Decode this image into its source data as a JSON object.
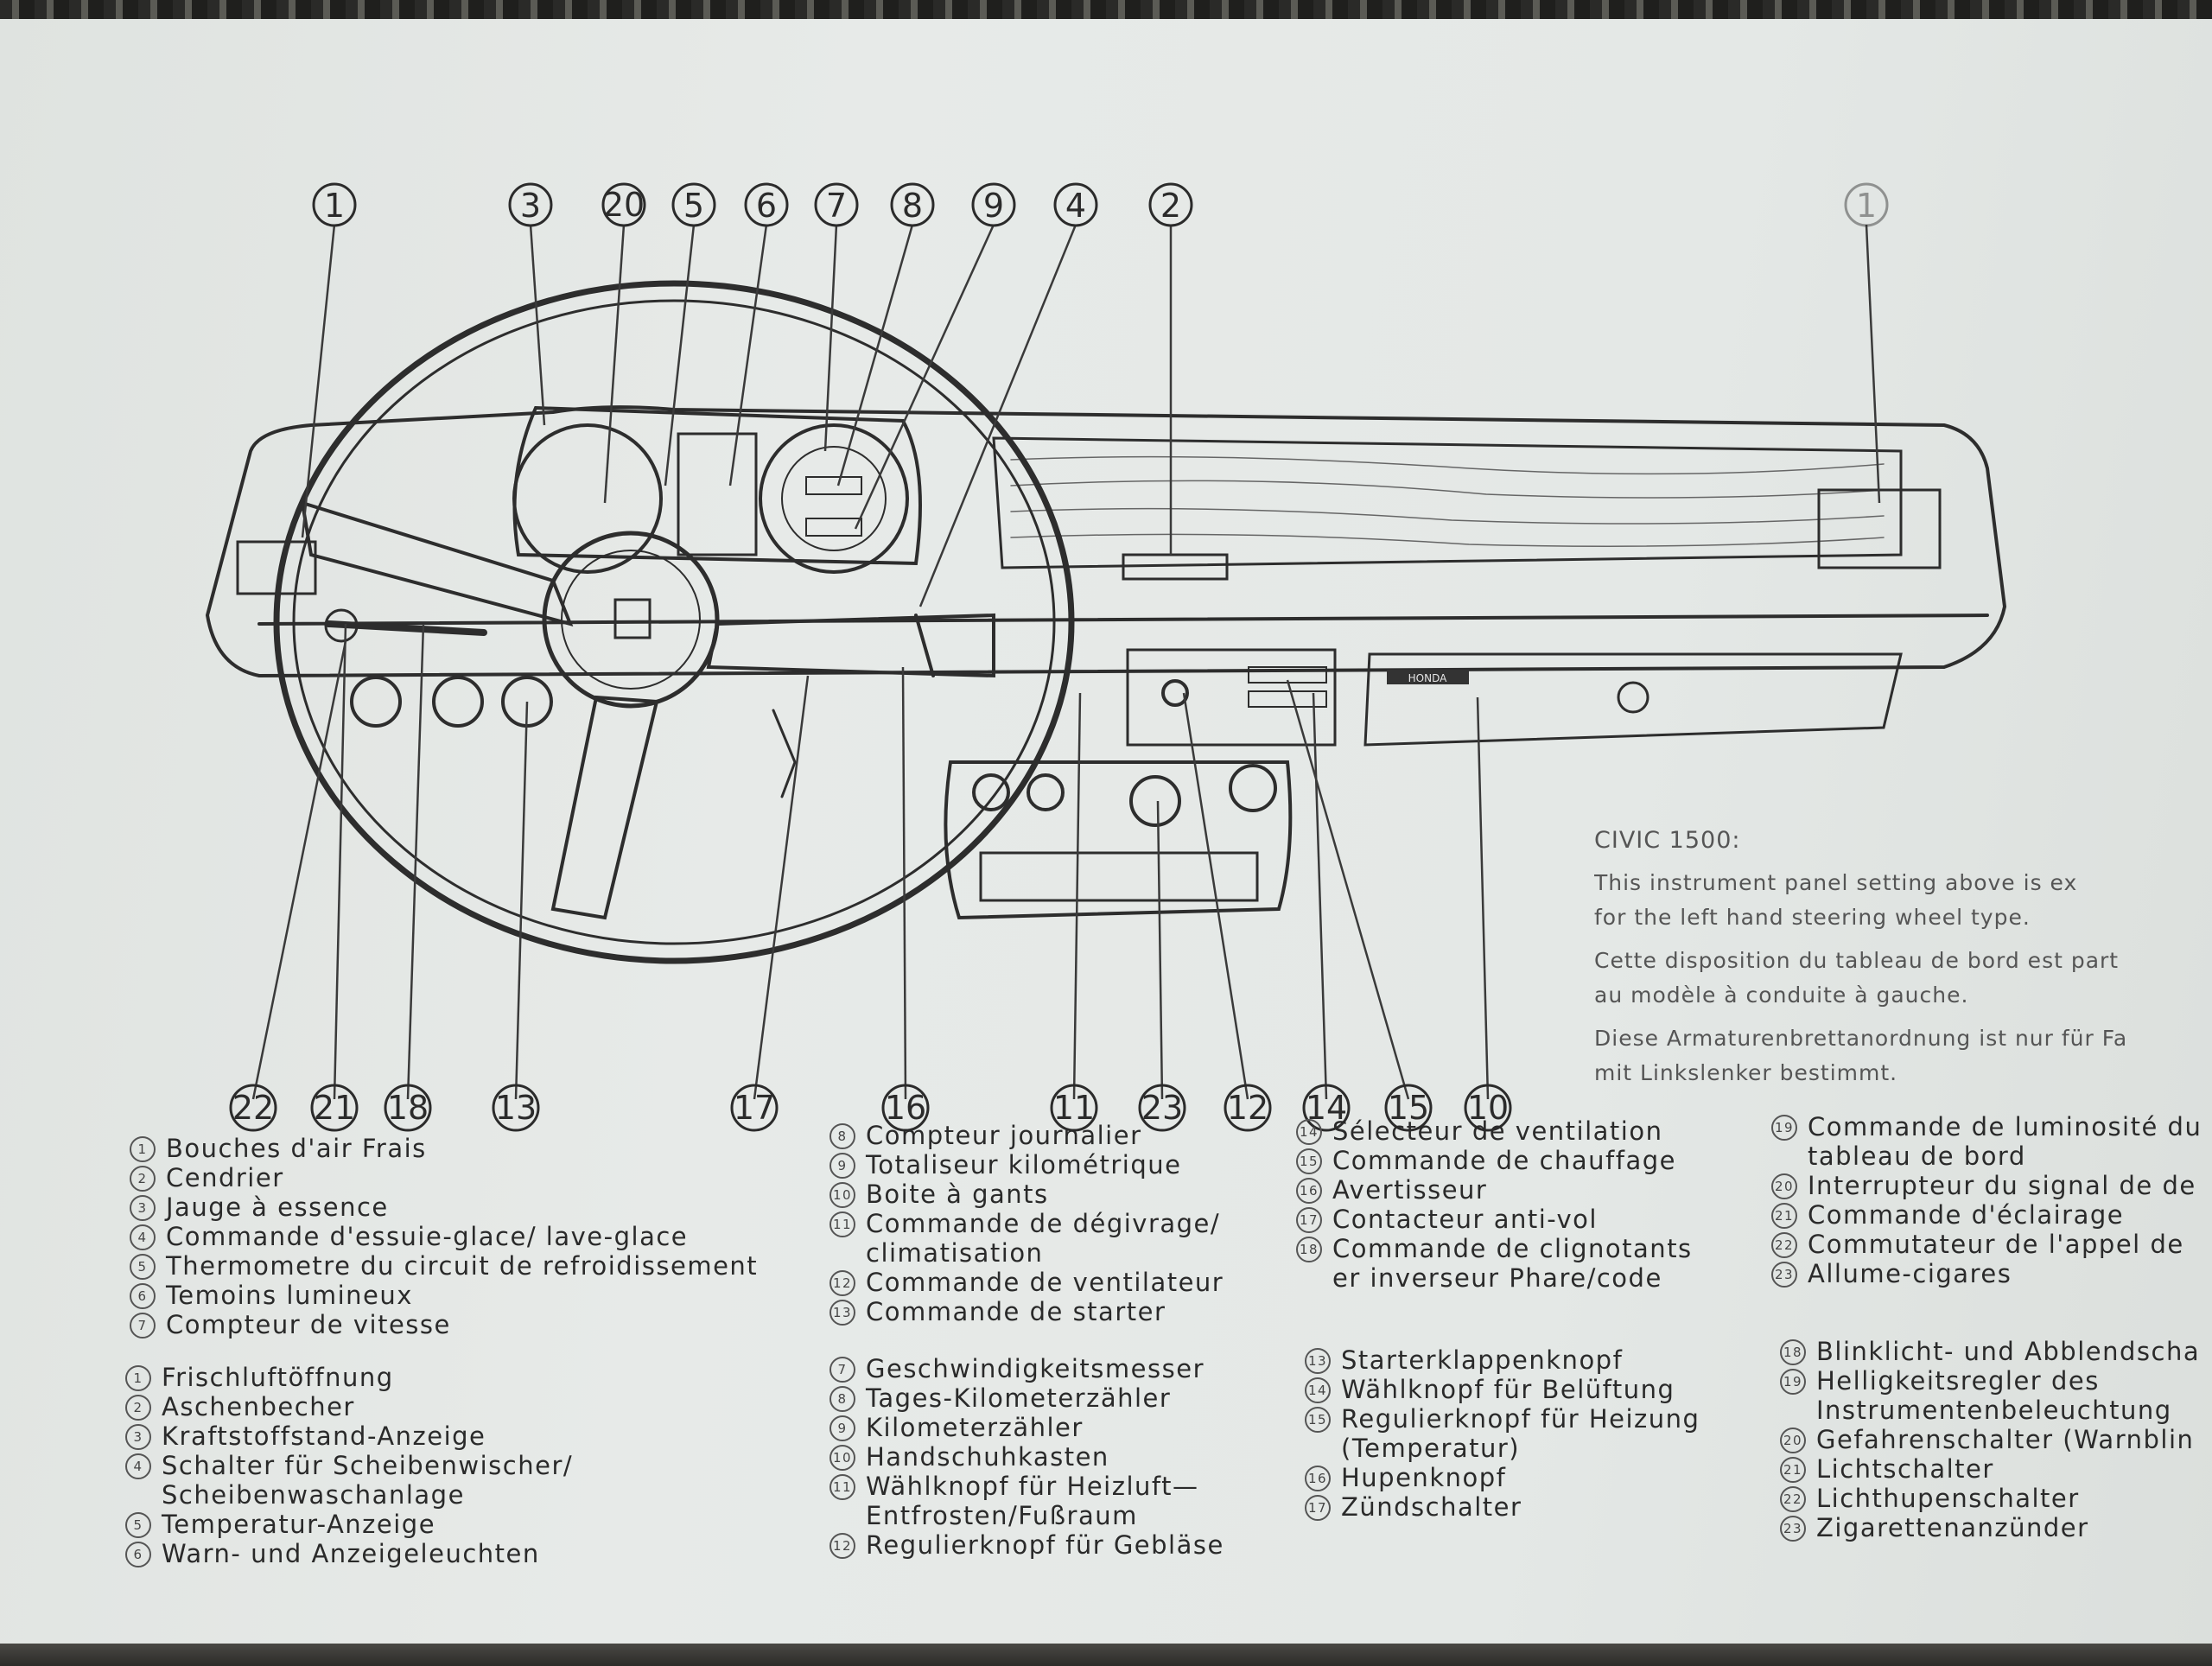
{
  "diagram": {
    "title": "Instrument panel illustration (left hand steering)",
    "badge_text": "HONDA",
    "callouts_top": [
      "1",
      "3",
      "20",
      "5",
      "6",
      "7",
      "8",
      "9",
      "4",
      "2",
      "1"
    ],
    "callouts_bottom": [
      "22",
      "21",
      "18",
      "13",
      "17",
      "16",
      "11",
      "23",
      "12",
      "14",
      "15",
      "10"
    ]
  },
  "civic_note": {
    "title": "CIVIC 1500:",
    "en_1": "This instrument panel setting above is ex",
    "en_2": "for the left hand steering wheel type.",
    "fr_1": "Cette disposition du tableau de bord est part",
    "fr_2": "au modèle à conduite à gauche.",
    "de_1": "Diese Armaturenbrettanordnung ist nur für Fa",
    "de_2": "mit Linkslenker bestimmt."
  },
  "legend_fr": {
    "col1": [
      {
        "n": "1",
        "t": "Bouches d'air Frais"
      },
      {
        "n": "2",
        "t": "Cendrier"
      },
      {
        "n": "3",
        "t": "Jauge à essence"
      },
      {
        "n": "4",
        "t": "Commande d'essuie-glace/ lave-glace"
      },
      {
        "n": "5",
        "t": "Thermometre du circuit de refroidissement"
      },
      {
        "n": "6",
        "t": "Temoins lumineux"
      },
      {
        "n": "7",
        "t": "Compteur de vitesse"
      }
    ],
    "col2": [
      {
        "n": "8",
        "t": "Compteur journalier"
      },
      {
        "n": "9",
        "t": "Totaliseur kilométrique"
      },
      {
        "n": "10",
        "t": "Boite à gants"
      },
      {
        "n": "11",
        "t": "Commande de dégivrage/\nclimatisation"
      },
      {
        "n": "12",
        "t": "Commande de ventilateur"
      },
      {
        "n": "13",
        "t": "Commande de starter"
      }
    ],
    "col3": [
      {
        "n": "14",
        "t": "Sélecteur de ventilation"
      },
      {
        "n": "15",
        "t": "Commande de chauffage"
      },
      {
        "n": "16",
        "t": "Avertisseur"
      },
      {
        "n": "17",
        "t": "Contacteur anti-vol"
      },
      {
        "n": "18",
        "t": "Commande de clignotants\ner inverseur Phare/code"
      }
    ],
    "col4": [
      {
        "n": "19",
        "t": "Commande de luminosité du\ntableau de bord"
      },
      {
        "n": "20",
        "t": "Interrupteur du signal de de"
      },
      {
        "n": "21",
        "t": "Commande d'éclairage"
      },
      {
        "n": "22",
        "t": "Commutateur de l'appel de"
      },
      {
        "n": "23",
        "t": "Allume-cigares"
      }
    ]
  },
  "legend_de": {
    "col1": [
      {
        "n": "1",
        "t": "Frischluftöffnung"
      },
      {
        "n": "2",
        "t": "Aschenbecher"
      },
      {
        "n": "3",
        "t": "Kraftstoffstand-Anzeige"
      },
      {
        "n": "4",
        "t": "Schalter für Scheibenwischer/\nScheibenwaschanlage"
      },
      {
        "n": "5",
        "t": "Temperatur-Anzeige"
      },
      {
        "n": "6",
        "t": "Warn- und Anzeigeleuchten"
      }
    ],
    "col2": [
      {
        "n": "7",
        "t": "Geschwindigkeitsmesser"
      },
      {
        "n": "8",
        "t": "Tages-Kilometerzähler"
      },
      {
        "n": "9",
        "t": "Kilometerzähler"
      },
      {
        "n": "10",
        "t": "Handschuhkasten"
      },
      {
        "n": "11",
        "t": "Wählknopf für Heizluft—\nEntfrosten/Fußraum"
      },
      {
        "n": "12",
        "t": "Regulierknopf für Gebläse"
      }
    ],
    "col3": [
      {
        "n": "13",
        "t": "Starterklappenknopf"
      },
      {
        "n": "14",
        "t": "Wählknopf für Belüftung"
      },
      {
        "n": "15",
        "t": "Regulierknopf für Heizung\n(Temperatur)"
      },
      {
        "n": "16",
        "t": "Hupenknopf"
      },
      {
        "n": "17",
        "t": "Zündschalter"
      }
    ],
    "col4": [
      {
        "n": "18",
        "t": "Blinklicht- und Abblendscha"
      },
      {
        "n": "19",
        "t": "Helligkeitsregler des\nInstrumentenbeleuchtung"
      },
      {
        "n": "20",
        "t": "Gefahrenschalter (Warnblin"
      },
      {
        "n": "21",
        "t": "Lichtschalter"
      },
      {
        "n": "22",
        "t": "Lichthupenschalter"
      },
      {
        "n": "23",
        "t": "Zigarettenanzünder"
      }
    ]
  }
}
